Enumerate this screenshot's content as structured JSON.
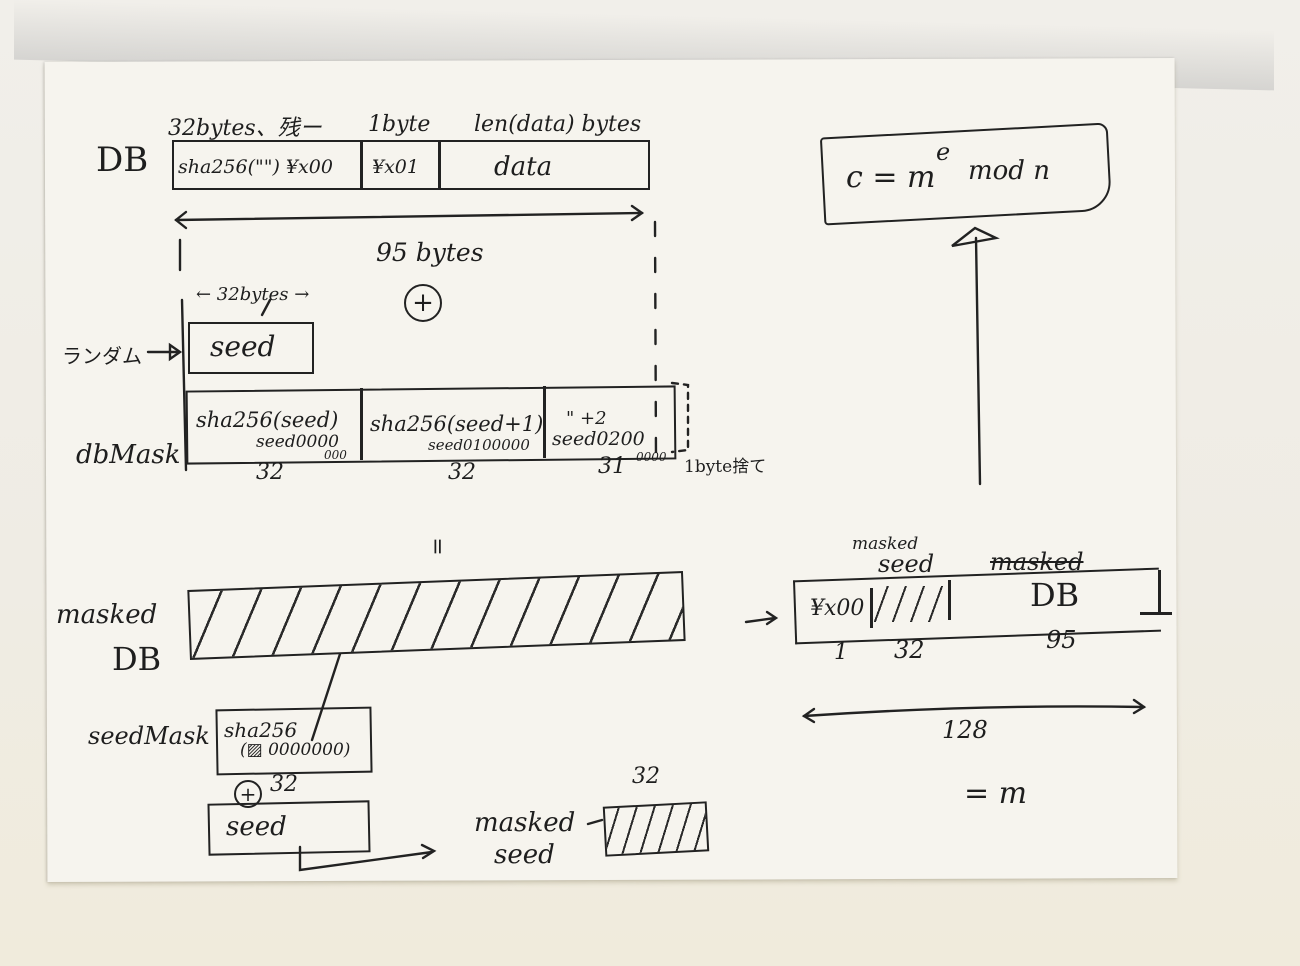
{
  "diagram": {
    "title": "RSA-OAEP padding sketch (handwritten)",
    "db": {
      "row_label": "DB",
      "header_labels": [
        "32bytes、残ー",
        "1byte",
        "len(data) bytes"
      ],
      "cells": [
        "sha256(\"\") ¥x00",
        "¥x01",
        "data"
      ],
      "width_label": "95 bytes"
    },
    "xor_symbol": "⊕",
    "seed": {
      "source_label": "ランダム",
      "size_label": "← 32bytes →",
      "label": "seed"
    },
    "dbmask": {
      "row_label": "dbMask",
      "cells": [
        {
          "top": "sha256(seed)",
          "bottom": "seed0000",
          "trail": "000",
          "size": "32"
        },
        {
          "top": "sha256(seed+1)",
          "bottom": "seed0100000",
          "trail": "",
          "size": "32"
        },
        {
          "top": "\"      +2",
          "bottom": "seed0200",
          "trail": "0000",
          "size": "31"
        }
      ],
      "note": "1byte捨て"
    },
    "equals_symbol": "=",
    "masked_db": {
      "row_label_1": "masked",
      "row_label_2": "DB"
    },
    "seed_mask": {
      "row_label": "seedMask",
      "line1": "sha256",
      "line2": "(▨ 0000000)",
      "size": "32",
      "xor": "⊕",
      "seed_label": "seed"
    },
    "masked_seed": {
      "label_1": "masked",
      "label_2": "seed",
      "size": "32"
    },
    "em": {
      "cells": [
        "¥x00",
        "",
        "DB"
      ],
      "header_labels": [
        "masked",
        "seed",
        "masked"
      ],
      "sizes": [
        "1",
        "32",
        "95"
      ],
      "total_label": "128",
      "equals_m": "= m"
    },
    "formula": {
      "text": "c = m",
      "exponent": "e",
      "tail": "mod n"
    },
    "colors": {
      "ink": "#1e1e1e",
      "paper": "#f6f4ee",
      "background": "#efece4"
    }
  }
}
